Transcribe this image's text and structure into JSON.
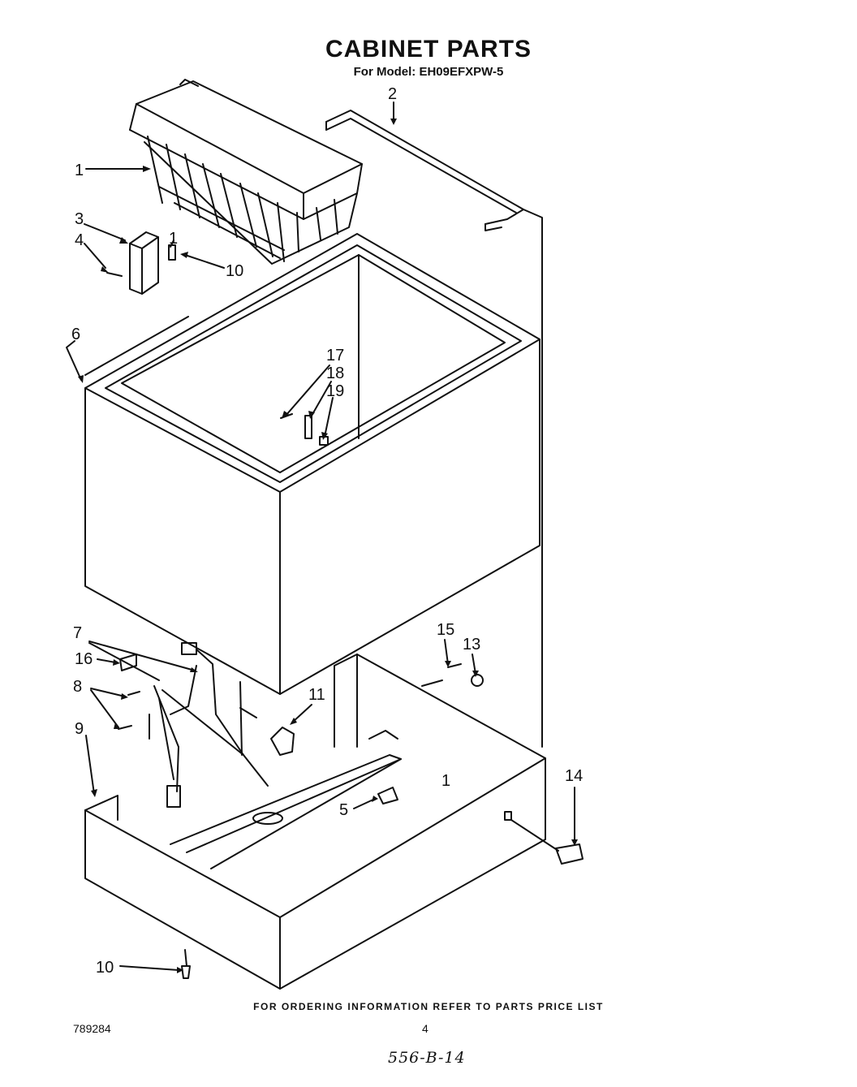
{
  "title": "CABINET PARTS",
  "subtitle": "For Model: EH09EFXPW-5",
  "footer_note": "FOR ORDERING INFORMATION REFER TO PARTS PRICE LIST",
  "doc_number": "789284",
  "page_number": "4",
  "handwritten_note": "556-B-14",
  "callouts": {
    "c1": "1",
    "c2": "2",
    "c3": "3",
    "c4": "4",
    "c5": "5",
    "c6": "6",
    "c7": "7",
    "c8": "8",
    "c9": "9",
    "c10a": "10",
    "c10b": "10",
    "c11": "11",
    "c13": "13",
    "c14": "14",
    "c15": "15",
    "c16": "16",
    "c17": "17",
    "c18": "18",
    "c19": "19"
  }
}
